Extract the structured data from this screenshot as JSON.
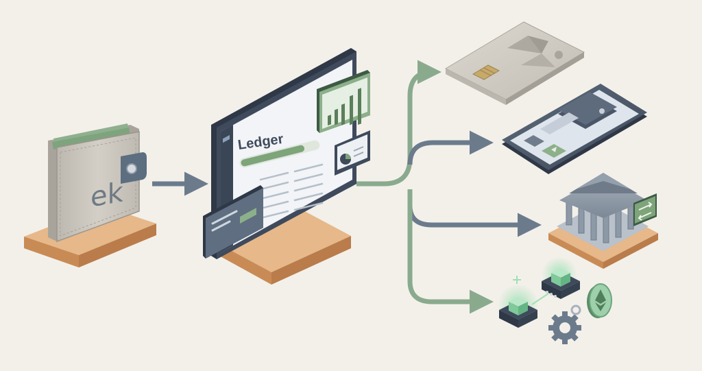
{
  "wallet": {
    "monogram": "ek",
    "body_color": "#c9c4bb",
    "cash_color": "#8fb08f",
    "clasp_color": "#5c6e80",
    "base_color": "#d29a66"
  },
  "ledger": {
    "title": "Ledger",
    "accent_color": "#7ea47a",
    "frame_color": "#3f4a5c",
    "screen_color": "#f2f4f7"
  },
  "flow": {
    "arrow_color_slate": "#6b7b8c",
    "arrow_color_green": "#8aaa8e"
  },
  "destinations": [
    {
      "name": "payment-card",
      "icon": "chip-card-icon"
    },
    {
      "name": "mobile-wallet",
      "icon": "smartphone-wallet-icon"
    },
    {
      "name": "bank",
      "icon": "bank-building-icon",
      "badge_icon": "transfer-arrows-icon"
    },
    {
      "name": "crypto",
      "icon": "blockchain-blocks-icon",
      "coin_icon": "ethereum-coin-icon",
      "gear_icon": "gear-icon"
    }
  ]
}
